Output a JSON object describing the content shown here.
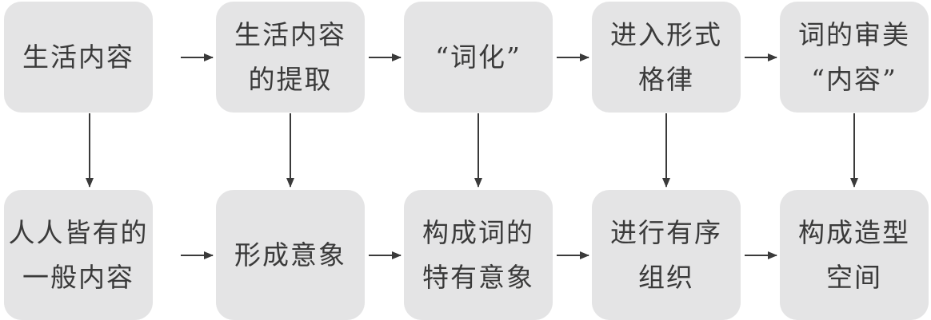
{
  "diagram": {
    "top_row": [
      {
        "label": "生活内容"
      },
      {
        "label": "生活内容\n的提取"
      },
      {
        "label": "“词化”"
      },
      {
        "label": "进入形式\n格律"
      },
      {
        "label": "词的审美\n“内容”"
      }
    ],
    "bottom_row": [
      {
        "label": "人人皆有的\n一般内容"
      },
      {
        "label": "形成意象"
      },
      {
        "label": "构成词的\n特有意象"
      },
      {
        "label": "进行有序\n组织"
      },
      {
        "label": "构成造型\n空间"
      }
    ],
    "colors": {
      "box_fill": "#e4e4e5",
      "arrow": "#3a3a3a",
      "text": "#3a3a3a"
    }
  }
}
